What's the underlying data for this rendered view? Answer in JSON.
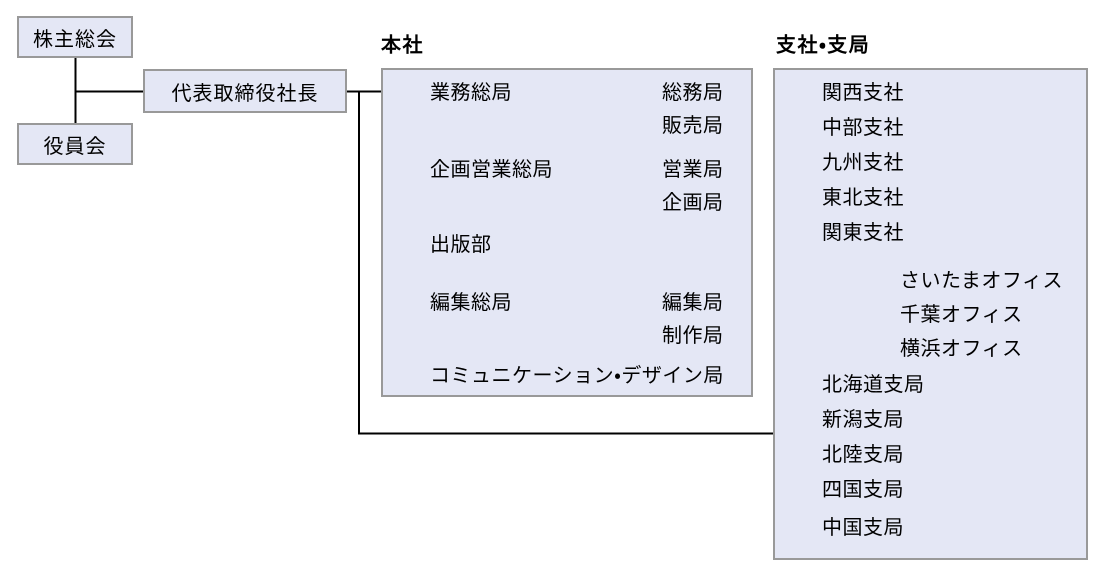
{
  "governance": {
    "shareholders_label": "株主総会",
    "board_label": "役員会",
    "president_label": "代表取締役社長"
  },
  "head_office": {
    "title": "本社",
    "divisions": [
      {
        "label": "業務総局",
        "children": [
          {
            "label": "総務局"
          },
          {
            "label": "販売局"
          }
        ]
      },
      {
        "label": "企画営業総局",
        "children": [
          {
            "label": "営業局"
          },
          {
            "label": "企画局"
          }
        ]
      },
      {
        "label": "出版部",
        "children": []
      },
      {
        "label": "編集総局",
        "children": [
          {
            "label": "編集局"
          },
          {
            "label": "制作局"
          }
        ]
      },
      {
        "label": "コミュニケーション・デザイン局",
        "children": []
      }
    ]
  },
  "branch_offices": {
    "title": "支社・支局",
    "items": [
      {
        "label": "関西支社"
      },
      {
        "label": "中部支社"
      },
      {
        "label": "九州支社"
      },
      {
        "label": "東北支社"
      },
      {
        "label": "関東支社",
        "children": [
          {
            "label": "さいたまオフィス"
          },
          {
            "label": "千葉オフィス"
          },
          {
            "label": "横浜オフィス"
          }
        ]
      },
      {
        "label": "北海道支局"
      },
      {
        "label": "新潟支局"
      },
      {
        "label": "北陸支局"
      },
      {
        "label": "四国支局"
      },
      {
        "label": "中国支局"
      }
    ]
  },
  "colors": {
    "box_fill": "#e4e7f5",
    "box_border": "#999999",
    "connector": "#000000",
    "text": "#000000"
  }
}
